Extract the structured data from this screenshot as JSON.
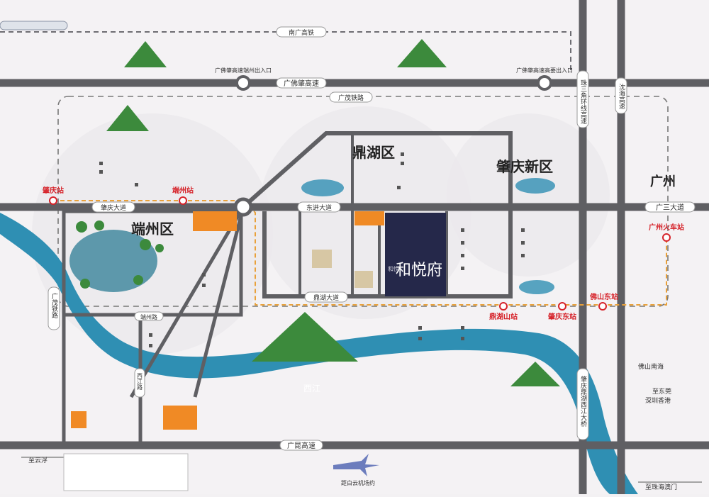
{
  "roads": {
    "nanguang_rail": "南广高铁",
    "guangfo_zhao": "广佛肇高速",
    "guangmao_rail": "广茂铁路",
    "zhaoqing_avenue": "肇庆大道",
    "dongjin_avenue": "东进大道",
    "dinghu_avenue": "鼎湖大道",
    "guangkun": "广昆高速",
    "guangsan": "广三大道",
    "zhusanjiao": "珠三角环线高速",
    "shenhai": "沈海高速",
    "guangmao_rail_w": "广茂铁路",
    "xijiang": "西江",
    "zhaoqing_bridge": "肇庆鼎湖西江大桥",
    "xijiang_road": "西江路",
    "duanzhou_road": "端州路"
  },
  "districts": {
    "duanzhou": "端州区",
    "dinghu": "鼎湖区",
    "zhaoqing_new": "肇庆新区",
    "guangzhou": "广州"
  },
  "stations": {
    "zhaoqing": "肇庆站",
    "duanzhou": "端州站",
    "dinghushan": "鼎湖山站",
    "zhaoqing_east": "肇庆东站",
    "foshan_east": "佛山东站",
    "guangzhou_train": "广州火车站"
  },
  "entrances": {
    "left": "广佛肇高速端州出入口",
    "right": "广佛肇高速高要出入口"
  },
  "project": {
    "name": "和悦府",
    "prefix": "和悦"
  },
  "directions": {
    "to_dongguan": "至东莞",
    "to_shenzhen_hk": "深圳香港",
    "to_yunfu": "至云浮",
    "to_hk_macau": "至珠海澳门",
    "nanhai": "佛山南海",
    "airport": "距白云机场约"
  },
  "colors": {
    "road": "#5f5f63",
    "river": "#2f8fb3",
    "rail": "#e9a13a",
    "project": "#25284a",
    "green": "#3c8a3c",
    "accent": "#f08a25"
  }
}
